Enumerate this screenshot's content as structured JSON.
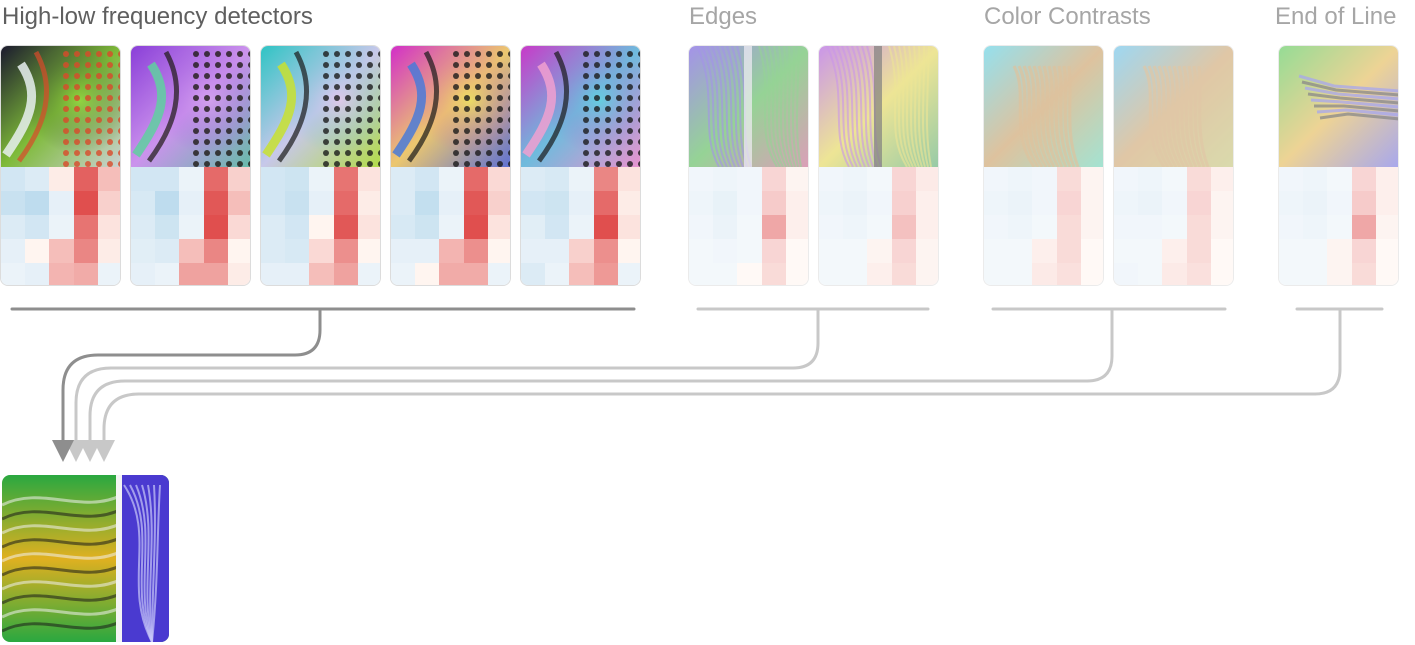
{
  "groups": [
    {
      "title": "High-low frequency detectors",
      "title_color": "#5f5f5f",
      "line_color": "#8e8e8e",
      "opacity": 1,
      "neurons": [
        {
          "icon": "high-low-frequency-pattern",
          "palette": [
            "#1b1a2e",
            "#8ed43a",
            "#d94a2a",
            "#e8f0f0"
          ],
          "weights": [
            [
              -0.3,
              -0.2,
              0.05,
              0.8,
              0.3
            ],
            [
              -0.4,
              -0.5,
              -0.1,
              0.9,
              0.2
            ],
            [
              -0.2,
              -0.3,
              -0.05,
              0.7,
              0.1
            ],
            [
              -0.1,
              0.0,
              0.3,
              0.6,
              0.05
            ],
            [
              -0.05,
              -0.1,
              0.35,
              0.4,
              -0.05
            ]
          ]
        },
        {
          "icon": "high-low-frequency-pattern",
          "palette": [
            "#8a3fd8",
            "#d6a0f0",
            "#1e1a14",
            "#5fd0a0"
          ],
          "weights": [
            [
              -0.3,
              -0.3,
              -0.05,
              0.75,
              0.2
            ],
            [
              -0.25,
              -0.5,
              -0.1,
              0.85,
              0.3
            ],
            [
              -0.2,
              -0.35,
              -0.05,
              0.9,
              0.15
            ],
            [
              -0.15,
              -0.2,
              0.3,
              0.6,
              0.0
            ],
            [
              -0.1,
              -0.05,
              0.45,
              0.45,
              0.05
            ]
          ]
        },
        {
          "icon": "high-low-frequency-pattern",
          "palette": [
            "#2fc4c4",
            "#e0c8f0",
            "#1a1a1a",
            "#c8e030"
          ],
          "weights": [
            [
              -0.3,
              -0.35,
              -0.05,
              0.7,
              0.1
            ],
            [
              -0.3,
              -0.4,
              -0.1,
              0.75,
              0.05
            ],
            [
              -0.2,
              -0.3,
              0.0,
              0.85,
              0.1
            ],
            [
              -0.2,
              -0.25,
              0.15,
              0.55,
              0.0
            ],
            [
              -0.1,
              -0.1,
              0.3,
              0.45,
              -0.05
            ]
          ]
        },
        {
          "icon": "high-low-frequency-pattern",
          "palette": [
            "#d22fc8",
            "#f0e060",
            "#1a1a1a",
            "#4a7ad8"
          ],
          "weights": [
            [
              -0.2,
              -0.3,
              -0.05,
              0.75,
              0.15
            ],
            [
              -0.2,
              -0.45,
              -0.1,
              0.85,
              0.2
            ],
            [
              -0.25,
              -0.35,
              -0.05,
              0.9,
              0.1
            ],
            [
              -0.1,
              -0.1,
              0.35,
              0.55,
              0.0
            ],
            [
              -0.05,
              0.0,
              0.4,
              0.4,
              -0.05
            ]
          ]
        },
        {
          "icon": "high-low-frequency-pattern",
          "palette": [
            "#c83ac8",
            "#60d0e0",
            "#1a1a1a",
            "#f0a0d0"
          ],
          "weights": [
            [
              -0.2,
              -0.25,
              -0.05,
              0.6,
              0.1
            ],
            [
              -0.3,
              -0.35,
              -0.1,
              0.75,
              0.05
            ],
            [
              -0.15,
              -0.3,
              -0.05,
              0.9,
              0.1
            ],
            [
              -0.1,
              -0.1,
              0.2,
              0.55,
              0.0
            ],
            [
              -0.2,
              -0.05,
              0.3,
              0.5,
              -0.05
            ]
          ]
        }
      ]
    },
    {
      "title": "Edges",
      "title_color": "#a6a6a6",
      "line_color": "#c8c8c8",
      "opacity": 0.55,
      "neurons": [
        {
          "icon": "edge-pattern",
          "palette": [
            "#5a3ad8",
            "#40b040",
            "#e8e0f0",
            "#c05080"
          ],
          "weights": [
            [
              -0.1,
              -0.15,
              -0.1,
              0.35,
              0.05
            ],
            [
              -0.15,
              -0.25,
              -0.1,
              0.45,
              0.1
            ],
            [
              -0.1,
              -0.2,
              -0.05,
              0.8,
              0.1
            ],
            [
              -0.05,
              -0.1,
              -0.05,
              0.35,
              0.0
            ],
            [
              -0.05,
              -0.05,
              0.0,
              0.3,
              0.0
            ]
          ]
        },
        {
          "icon": "edge-pattern",
          "palette": [
            "#a040d8",
            "#e0d040",
            "#1a1a1a",
            "#40a060"
          ],
          "weights": [
            [
              -0.1,
              -0.15,
              -0.05,
              0.35,
              0.15
            ],
            [
              -0.15,
              -0.2,
              -0.1,
              0.4,
              0.1
            ],
            [
              -0.1,
              -0.15,
              -0.05,
              0.55,
              0.1
            ],
            [
              -0.05,
              -0.05,
              0.05,
              0.35,
              0.05
            ],
            [
              -0.05,
              -0.05,
              0.1,
              0.3,
              0.05
            ]
          ]
        }
      ]
    },
    {
      "title": "Color Contrasts",
      "title_color": "#a6a6a6",
      "line_color": "#c8c8c8",
      "opacity": 0.55,
      "neurons": [
        {
          "icon": "color-contrast-pattern",
          "palette": [
            "#40c8e0",
            "#f08020",
            "#2a2a40",
            "#60d0a0"
          ],
          "weights": [
            [
              -0.1,
              -0.15,
              -0.1,
              0.3,
              0.05
            ],
            [
              -0.15,
              -0.2,
              -0.1,
              0.35,
              0.05
            ],
            [
              -0.1,
              -0.15,
              -0.05,
              0.3,
              0.05
            ],
            [
              -0.05,
              -0.05,
              0.1,
              0.3,
              0.0
            ],
            [
              -0.05,
              -0.05,
              0.15,
              0.25,
              0.0
            ]
          ]
        },
        {
          "icon": "color-contrast-pattern",
          "palette": [
            "#50b8e8",
            "#f09030",
            "#2a2a40",
            "#e0c040"
          ],
          "weights": [
            [
              -0.1,
              -0.15,
              -0.05,
              0.3,
              0.1
            ],
            [
              -0.15,
              -0.2,
              -0.1,
              0.35,
              0.05
            ],
            [
              -0.1,
              -0.1,
              -0.05,
              0.3,
              0.05
            ],
            [
              -0.05,
              -0.05,
              0.1,
              0.3,
              0.0
            ],
            [
              -0.1,
              -0.05,
              0.15,
              0.25,
              0.0
            ]
          ]
        }
      ]
    },
    {
      "title": "End of Line",
      "title_color": "#a6a6a6",
      "line_color": "#c8c8c8",
      "opacity": 0.55,
      "neurons": [
        {
          "icon": "end-of-line-pattern",
          "palette": [
            "#40c040",
            "#e0b040",
            "#2a2a2a",
            "#6060e0"
          ],
          "weights": [
            [
              -0.1,
              -0.15,
              -0.05,
              0.35,
              0.1
            ],
            [
              -0.15,
              -0.2,
              -0.1,
              0.45,
              0.1
            ],
            [
              -0.1,
              -0.15,
              -0.05,
              0.8,
              0.05
            ],
            [
              -0.05,
              -0.05,
              0.05,
              0.35,
              0.0
            ],
            [
              -0.05,
              -0.05,
              0.05,
              0.3,
              0.0
            ]
          ]
        }
      ]
    }
  ],
  "result": {
    "icon": "curve-detector-pattern",
    "palette": [
      "#2aa840",
      "#e0b020",
      "#4a3ad0",
      "#1a1a1a",
      "#f0f0f0"
    ]
  }
}
